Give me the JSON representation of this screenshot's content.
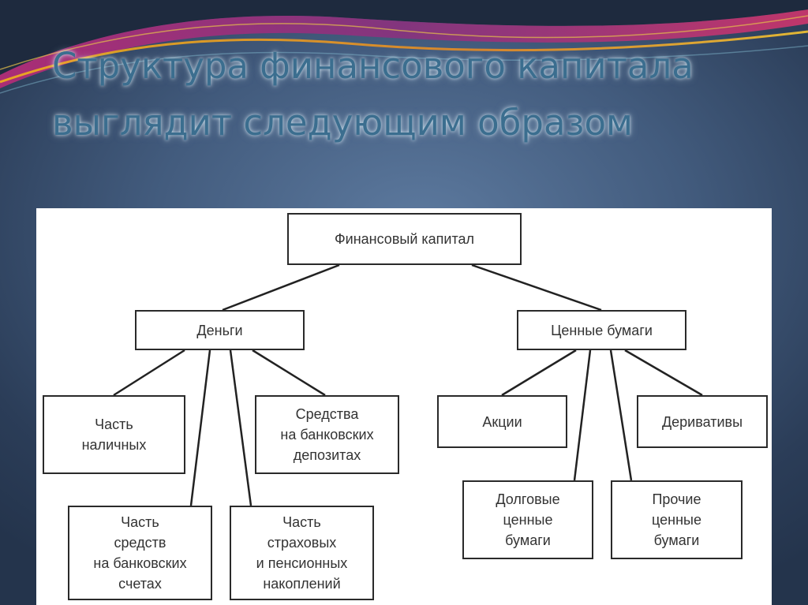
{
  "slide": {
    "title": "Структура финансового капитала выглядит следующим образом"
  },
  "diagram": {
    "root": "Финансовый капитал",
    "money": "Деньги",
    "securities": "Ценные бумаги",
    "cash": "Часть\nналичных",
    "bank_deposits": "Средства\nна банковских\nдепозитах",
    "bank_accounts": "Часть\nсредств\nна банковских\nсчетах",
    "insurance_pension": "Часть\nстраховых\nи пенсионных\nнакоплений",
    "shares": "Акции",
    "derivatives": "Деривативы",
    "debt_securities": "Долговые\nценные\nбумаги",
    "other_securities": "Прочие\nценные\nбумаги"
  },
  "colors": {
    "background": "#3d5577",
    "title": "#3b6e8f",
    "panel": "#ffffff",
    "border": "#2a2a2a"
  }
}
